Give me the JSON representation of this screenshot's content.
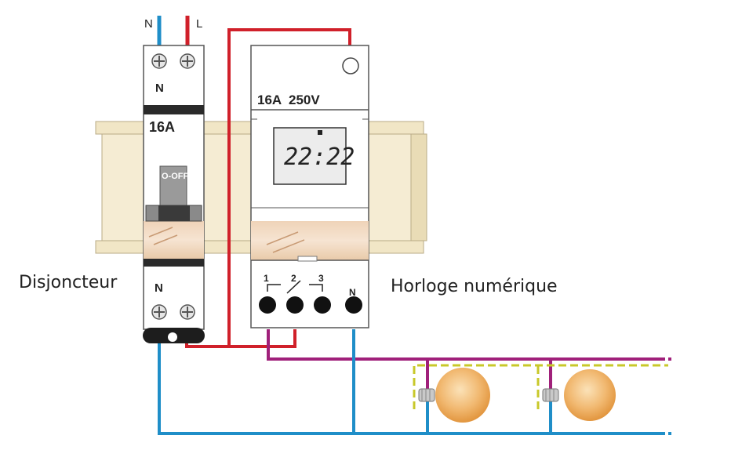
{
  "supply": {
    "neutral_label": "N",
    "live_label": "L"
  },
  "breaker": {
    "caption": "Disjoncteur",
    "top_terminal_label": "N",
    "rating": "16A",
    "switch_label": "O-OFF",
    "bottom_terminal_label": "N"
  },
  "timer": {
    "caption": "Horloge numérique",
    "rating": "16A  250V",
    "display": "22:22",
    "terminal_labels": [
      "1",
      "2",
      "3",
      "N"
    ]
  },
  "colors": {
    "live": "#d0202a",
    "neutral": "#1f8ec8",
    "switched": "#a0207a",
    "earth": "#c8c82a",
    "rail": "#f1e6c6",
    "module": "#ffffff",
    "window": "#f2ddc6"
  }
}
